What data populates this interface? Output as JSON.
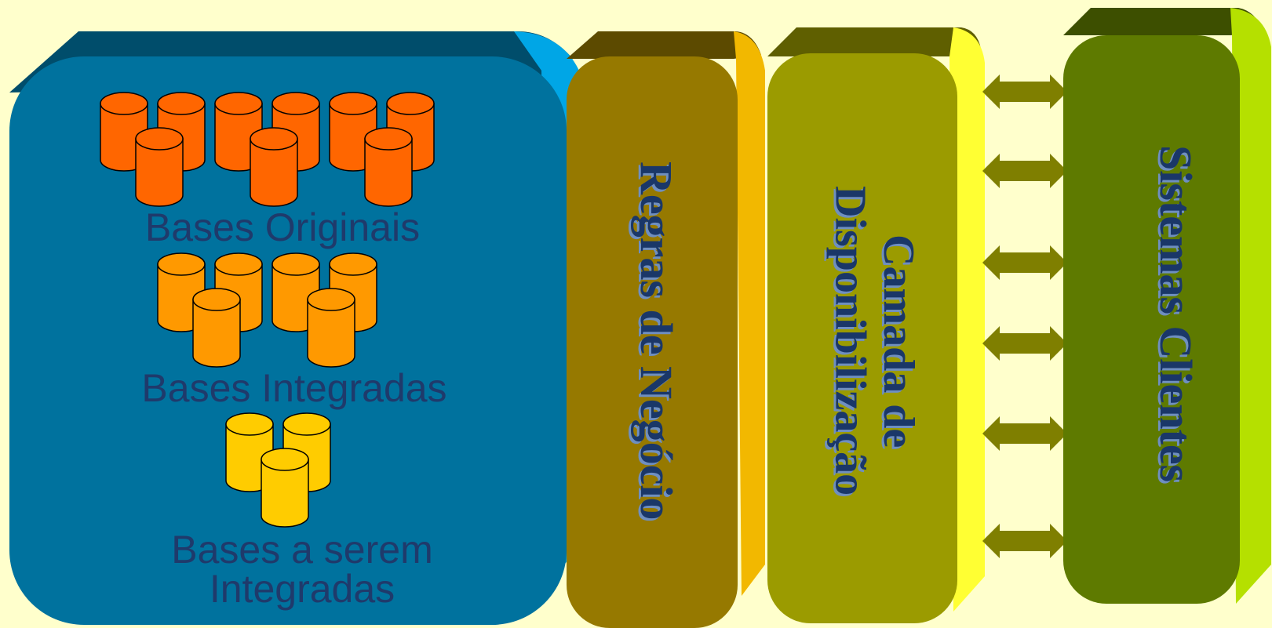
{
  "colors": {
    "background": "#ffffcc",
    "bases_panel": "#00729e",
    "bases_panel_top": "#004d6b",
    "bases_panel_side": "#00a6e6",
    "regras_block": "#967900",
    "camada_block": "#9b9b00",
    "clientes_block": "#5e7a00",
    "arrow": "#7f7f00",
    "db_original": "#ff6600",
    "db_integrada": "#ff9900",
    "db_a_integrar": "#ffcc00",
    "text": "#1f3a6b"
  },
  "bases_panel": {
    "groups": [
      {
        "label_lines": [
          "Bases Originais"
        ],
        "cylinder_color": "db_original"
      },
      {
        "label_lines": [
          "Bases Integradas"
        ],
        "cylinder_color": "db_integrada"
      },
      {
        "label_lines": [
          "Bases a serem",
          "Integradas"
        ],
        "cylinder_color": "db_a_integrar"
      }
    ]
  },
  "regras": {
    "label": "Regras de Negócio"
  },
  "camada": {
    "label_lines": [
      "Camada de",
      "Disponibilização"
    ]
  },
  "clientes": {
    "label": "Sistemas Clientes"
  },
  "arrows": {
    "count": 6,
    "style": "double-headed"
  }
}
